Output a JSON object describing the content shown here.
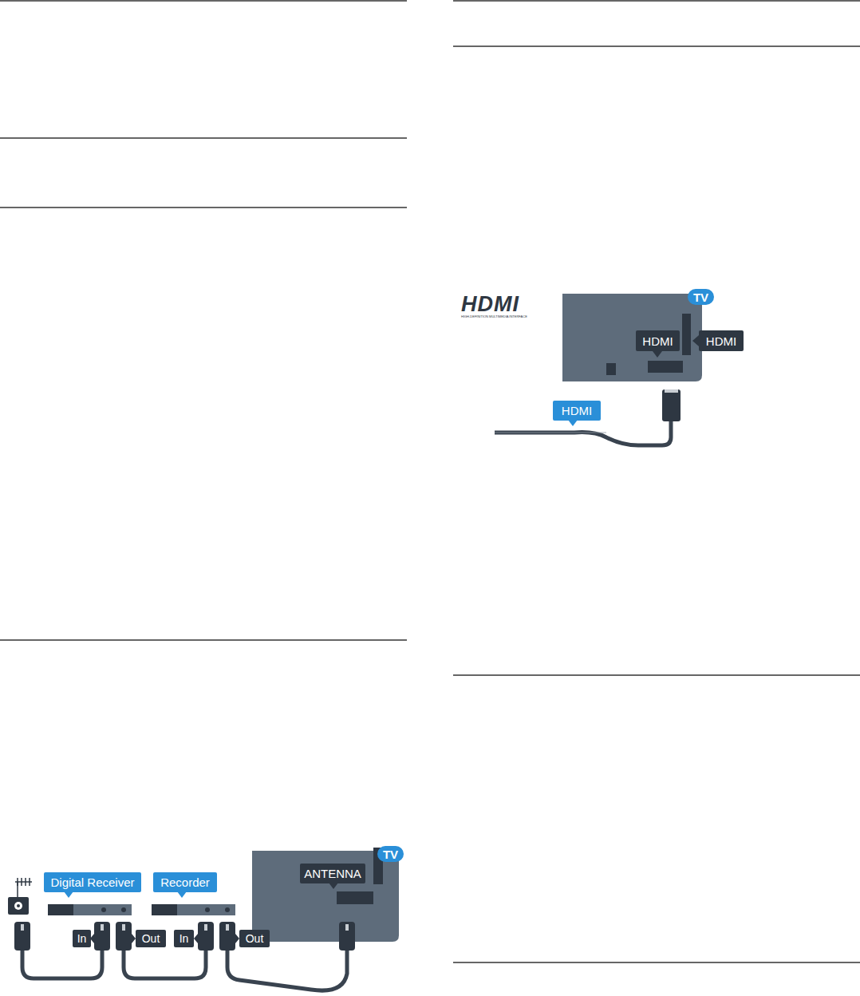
{
  "diagram": {
    "nodes": [
      {
        "text": [
          "TV"
        ]
      },
      {
        "text": [
          "HDMI"
        ]
      },
      {
        "text": [
          "HDMI"
        ]
      },
      {
        "text": [
          "HDMI"
        ]
      },
      {
        "text": [
          "TV"
        ]
      },
      {
        "text": [
          "Digital Receiver"
        ]
      },
      {
        "text": [
          "Recorder"
        ]
      },
      {
        "text": [
          "ANTENNA"
        ]
      },
      {
        "text": [
          "In"
        ]
      },
      {
        "text": [
          "Out"
        ]
      },
      {
        "text": [
          "In"
        ]
      },
      {
        "text": [
          "Out"
        ]
      }
    ],
    "labels": [
      "HDMI",
      "HIGH-DEFINITION MULTIMEDIA INTERFACE"
    ]
  }
}
